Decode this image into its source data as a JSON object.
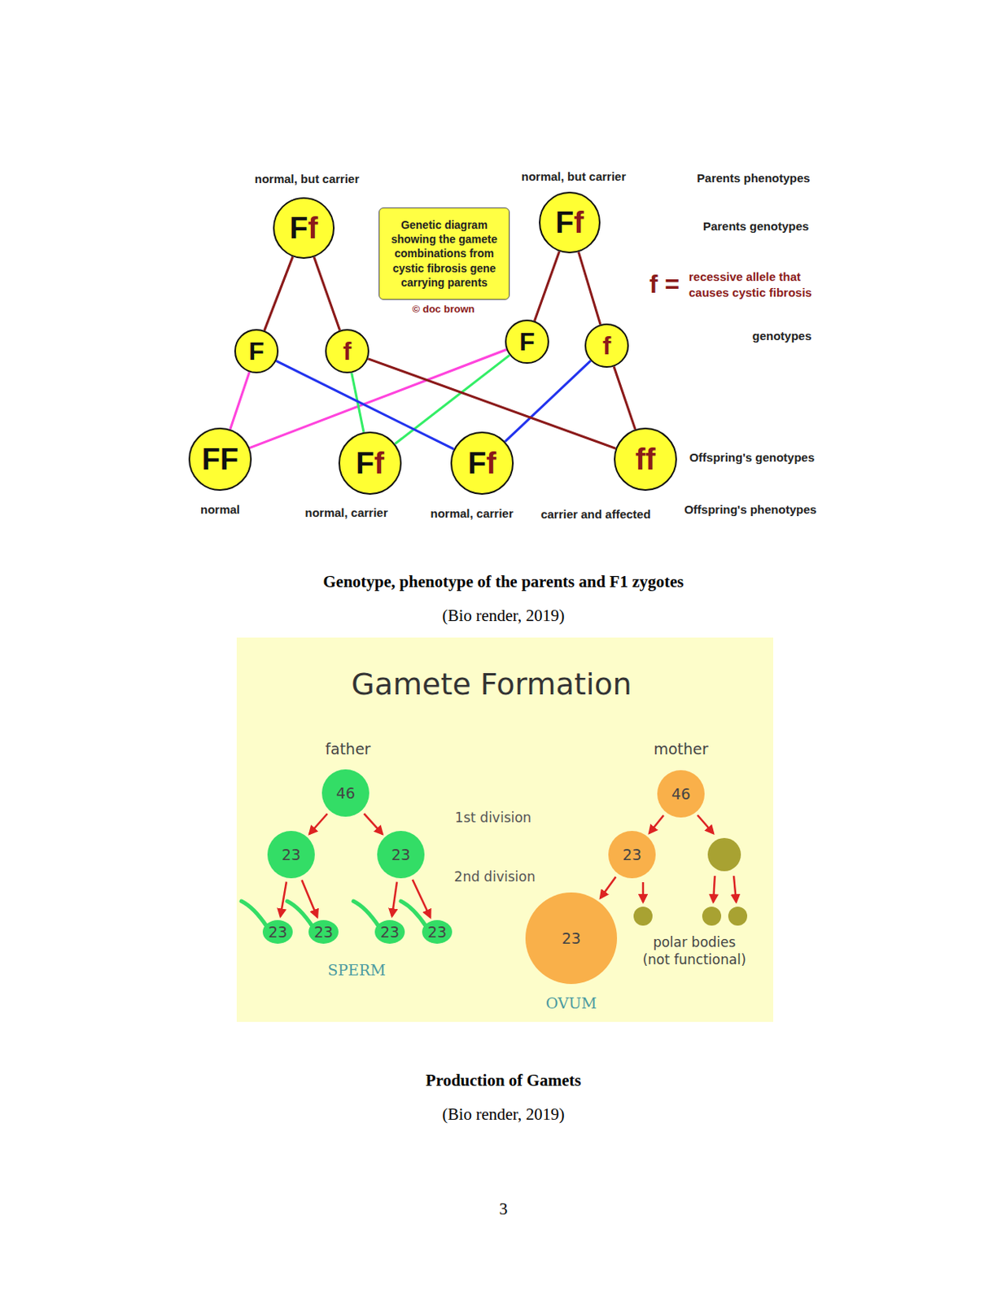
{
  "diagram": {
    "nodes": [
      {
        "text": [
          "normal, but carrier",
          "Ff"
        ]
      },
      {
        "text": [
          "Genetic diagram showing the gamete combinations from cystic fibrosis gene carrying parents"
        ]
      },
      {
        "text": [
          "normal, but carrier",
          "Ff"
        ]
      },
      {
        "text": [
          "F"
        ]
      },
      {
        "text": [
          "f"
        ]
      },
      {
        "text": [
          "F"
        ]
      },
      {
        "text": [
          "f"
        ]
      },
      {
        "text": [
          "FF",
          "normal"
        ]
      },
      {
        "text": [
          "Ff",
          "normal, carrier"
        ]
      },
      {
        "text": [
          "Ff",
          "normal, carrier"
        ]
      },
      {
        "text": [
          "ff",
          "carrier and affected"
        ]
      },
      {
        "text": [
          "father",
          "46"
        ]
      },
      {
        "text": [
          "23"
        ]
      },
      {
        "text": [
          "23"
        ]
      },
      {
        "text": [
          "23"
        ]
      },
      {
        "text": [
          "23"
        ]
      },
      {
        "text": [
          "23"
        ]
      },
      {
        "text": [
          "23"
        ]
      },
      {
        "text": [
          "mother",
          "46"
        ]
      },
      {
        "text": [
          "23"
        ]
      },
      {
        "text": [
          "23"
        ]
      }
    ],
    "edges": [
      {
        "from": 0,
        "to": 3,
        "arrow": "none"
      },
      {
        "from": 0,
        "to": 4,
        "arrow": "none"
      },
      {
        "from": 2,
        "to": 5,
        "arrow": "none"
      },
      {
        "from": 2,
        "to": 6,
        "arrow": "none"
      },
      {
        "from": 3,
        "to": 7,
        "arrow": "none"
      },
      {
        "from": 5,
        "to": 7,
        "arrow": "none"
      },
      {
        "from": 4,
        "to": 8,
        "arrow": "none"
      },
      {
        "from": 5,
        "to": 8,
        "arrow": "none"
      },
      {
        "from": 3,
        "to": 9,
        "arrow": "none"
      },
      {
        "from": 6,
        "to": 9,
        "arrow": "none"
      },
      {
        "from": 4,
        "to": 10,
        "arrow": "none"
      },
      {
        "from": 6,
        "to": 10,
        "arrow": "none"
      },
      {
        "from": 11,
        "to": 12,
        "arrow": "to"
      },
      {
        "from": 11,
        "to": 13,
        "arrow": "to"
      },
      {
        "from": 12,
        "to": 14,
        "arrow": "to"
      },
      {
        "from": 12,
        "to": 15,
        "arrow": "to"
      },
      {
        "from": 13,
        "to": 16,
        "arrow": "to"
      },
      {
        "from": 13,
        "to": 17,
        "arrow": "to"
      },
      {
        "from": 18,
        "to": 19,
        "arrow": "to"
      },
      {
        "from": 19,
        "to": 20,
        "arrow": "to"
      }
    ],
    "labels": [
      "Parents phenotypes",
      "Parents genotypes",
      "f =",
      "recessive allele that causes cystic fibrosis",
      "© doc brown",
      "genotypes",
      "Offspring's genotypes",
      "Offspring's phenotypes",
      "Genotype, phenotype of the parents and F1 zygotes",
      "(Bio render, 2019)",
      "Gamete Formation",
      "1st division",
      "2nd division",
      "SPERM",
      "OVUM",
      "polar bodies (not functional)",
      "Production of Gamets",
      "(Bio render, 2019)",
      "3"
    ]
  }
}
